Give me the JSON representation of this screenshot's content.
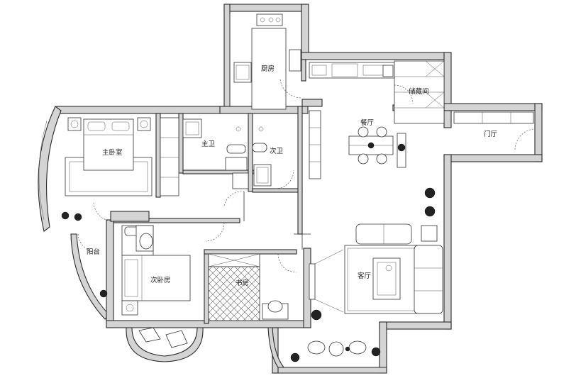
{
  "rooms": {
    "kitchen": "厨房",
    "storage": "储藏间",
    "dining": "餐厅",
    "entrance": "门厅",
    "master_bedroom": "主卧室",
    "master_bath": "主卫",
    "guest_bath": "次卫",
    "balcony": "阳台",
    "second_bedroom": "次卧房",
    "study": "书房",
    "living_room": "客厅"
  },
  "colors": {
    "wall_fill": "#d4d4d4",
    "line": "#2a2a2a",
    "plant": "#1e1e1e"
  }
}
